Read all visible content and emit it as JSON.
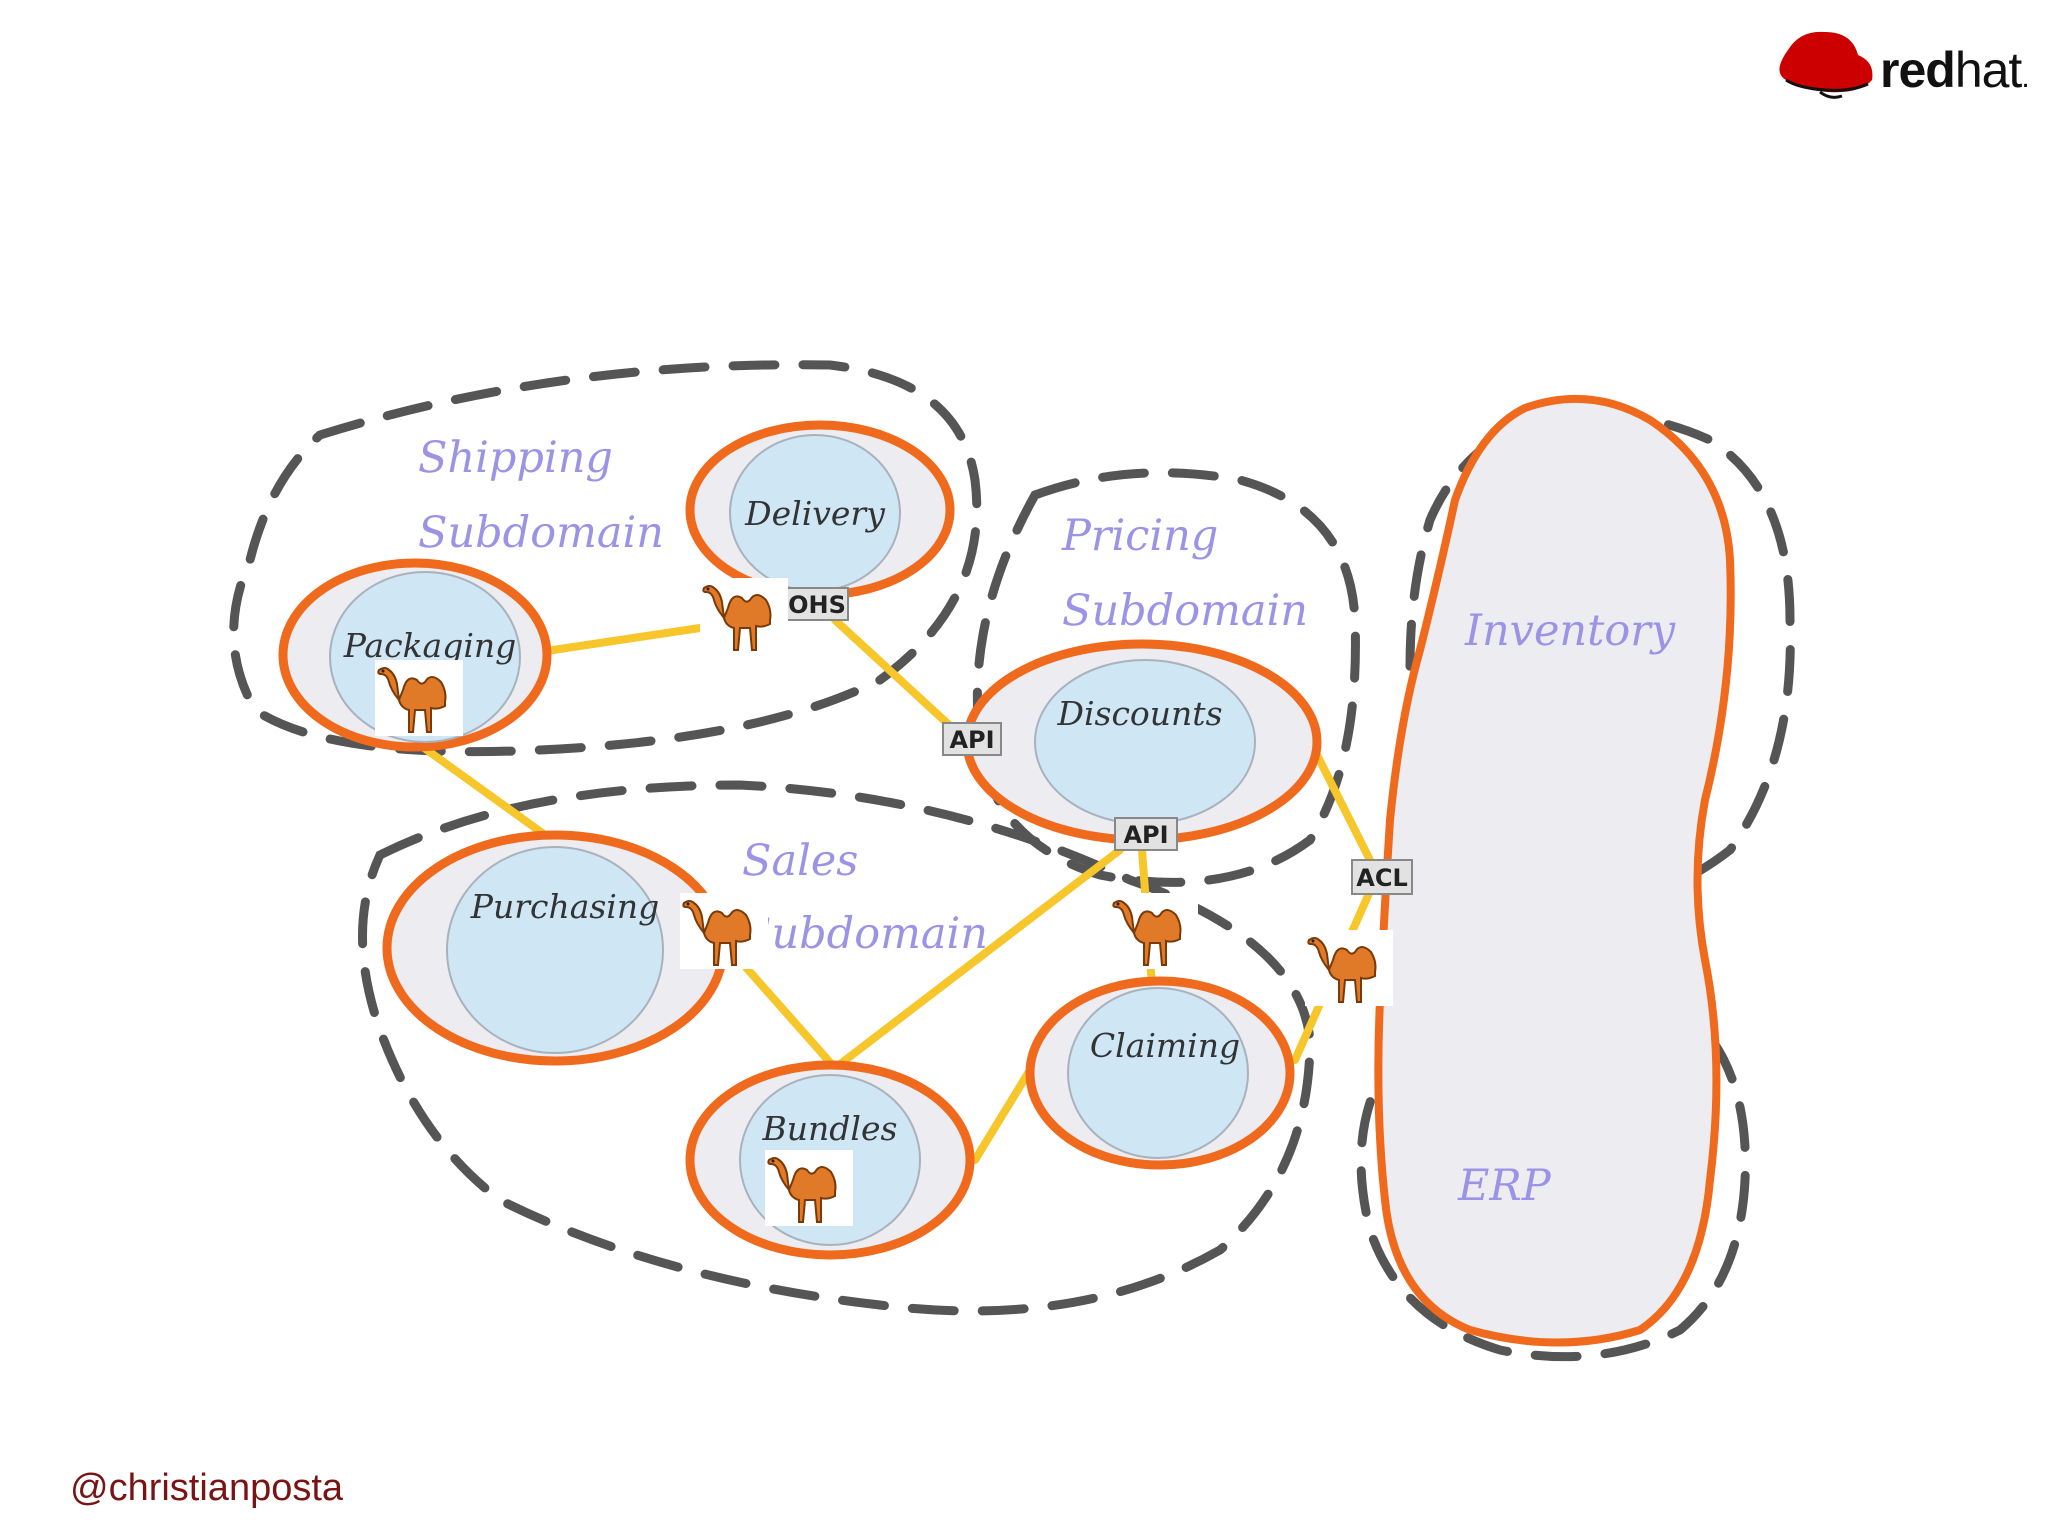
{
  "brand": {
    "text_bold": "red",
    "text_light": "hat",
    "suffix": ".",
    "color": "#cc0000"
  },
  "footer": {
    "handle": "@christianposta"
  },
  "subdomains": {
    "shipping_line1": "Shipping",
    "shipping_line2": "Subdomain",
    "pricing_line1": "Pricing",
    "pricing_line2": "Subdomain",
    "sales_line1": "Sales",
    "sales_line2": "Subdomain"
  },
  "contexts": {
    "delivery": "Delivery",
    "packaging": "Packaging",
    "discounts": "Discounts",
    "purchasing": "Purchasing",
    "claiming": "Claiming",
    "bundles": "Bundles",
    "inventory": "Inventory",
    "erp": "ERP"
  },
  "badges": {
    "ohs": "OHS",
    "api_left": "API",
    "api_bottom": "API",
    "acl": "ACL"
  },
  "colors": {
    "context_border": "#f06a1e",
    "context_fill": "#ececf1",
    "core_fill": "#cfe6f5",
    "connector": "#f6c62a",
    "subdomain_dash": "#555555",
    "label_purple": "#9b94e6",
    "camel": "#e07a28"
  },
  "icons": {
    "camel": "camel-icon",
    "logo": "redhat-logo-icon"
  }
}
